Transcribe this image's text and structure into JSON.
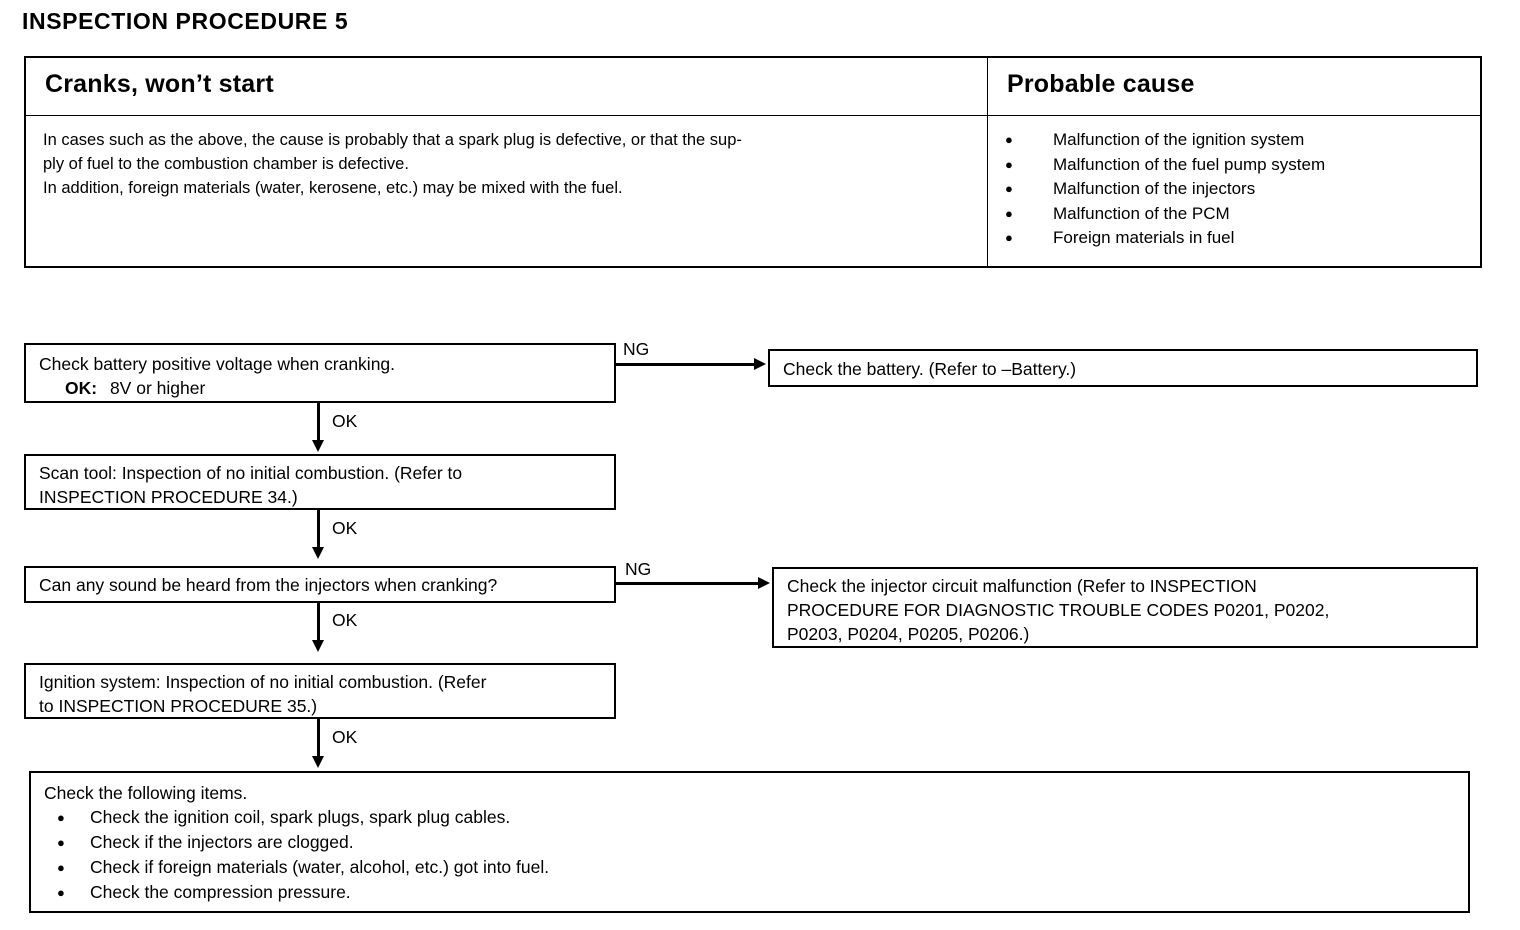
{
  "page_title": "INSPECTION PROCEDURE 5",
  "table": {
    "symptom_header": "Cranks, won’t start",
    "cause_header": "Probable cause",
    "description_lines": [
      "In cases such as the above, the cause is probably that a spark plug is defective, or that the sup-",
      "ply of fuel to the combustion chamber is defective.",
      "In addition, foreign materials (water, kerosene, etc.) may be mixed with the fuel."
    ],
    "causes": [
      "Malfunction of the ignition system",
      "Malfunction of the fuel pump system",
      "Malfunction of the injectors",
      "Malfunction of the PCM",
      "Foreign materials in fuel"
    ]
  },
  "flow": {
    "step1": {
      "line1": "Check battery positive voltage when cranking.",
      "ok_label": "OK:",
      "ok_value": "8V or higher"
    },
    "step1_branch_label": "NG",
    "step1_branch_target": "Check the battery. (Refer to –Battery.)",
    "link1_label": "OK",
    "step2": {
      "line1": "Scan tool: Inspection of no initial combustion. (Refer to",
      "line2": "INSPECTION PROCEDURE 34.)"
    },
    "link2_label": "OK",
    "step3": {
      "line1": "Can any sound be heard from the injectors when cranking?"
    },
    "step3_branch_label": "NG",
    "step3_branch_target": {
      "line1": "Check the injector circuit malfunction (Refer to INSPECTION",
      "line2": "PROCEDURE FOR DIAGNOSTIC TROUBLE CODES P0201, P0202,",
      "line3": "P0203, P0204, P0205, P0206.)"
    },
    "link3_label": "OK",
    "step4": {
      "line1": "Ignition system: Inspection of no initial combustion. (Refer",
      "line2": "to INSPECTION PROCEDURE 35.)"
    },
    "link4_label": "OK",
    "step5": {
      "heading": "Check the following items.",
      "items": [
        "Check the ignition coil, spark plugs, spark plug cables.",
        "Check if the injectors are clogged.",
        "Check if foreign materials (water, alcohol, etc.) got into fuel.",
        "Check the compression pressure."
      ]
    }
  },
  "glyphs": {
    "bullet": "●"
  }
}
